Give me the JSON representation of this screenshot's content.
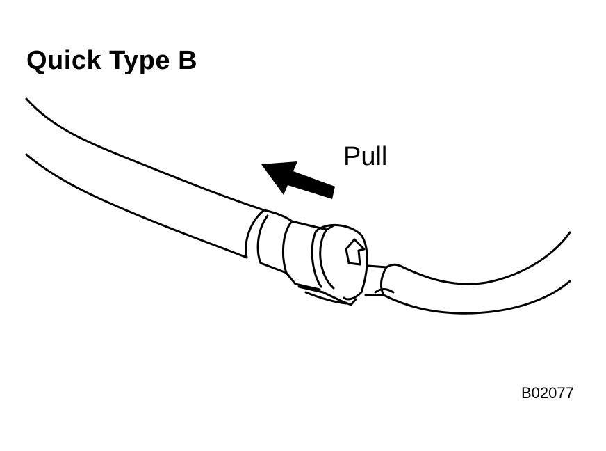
{
  "diagram": {
    "title": "Quick Type B",
    "direction_label": "Pull",
    "figure_code": "B02077",
    "icons": {
      "arrow": "pull-direction-arrow",
      "connector": "quick-connector-clip"
    }
  }
}
